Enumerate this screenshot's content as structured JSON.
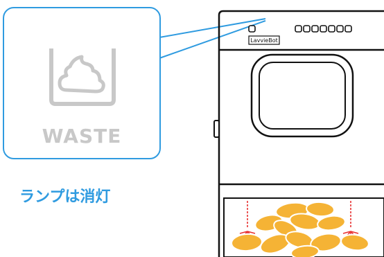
{
  "indicator": {
    "label": "WASTE",
    "icon": "waste-icon"
  },
  "status": {
    "text": "ランプは消灯"
  },
  "device": {
    "brand": "LavvieBot"
  },
  "colors": {
    "accent": "#2f9be0",
    "icon_gray": "#c8c8c8",
    "litter": "#f5b335",
    "sensor_beam": "#e83030",
    "outline": "#111111"
  }
}
